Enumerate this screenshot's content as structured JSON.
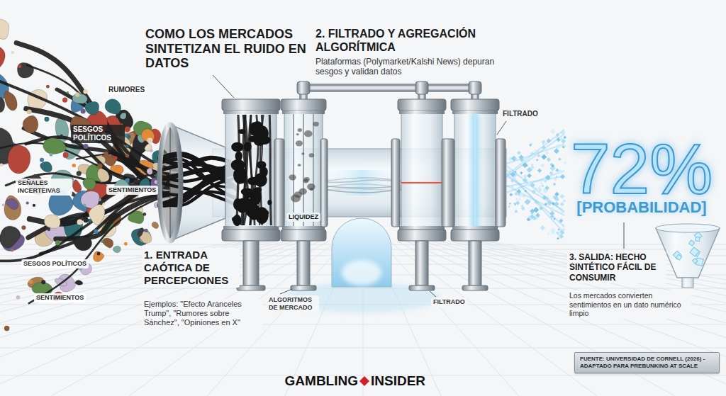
{
  "diagram": {
    "title": "COMO LOS MERCADOS SINTETIZAN EL RUIDO EN DATOS",
    "nodes": [
      {
        "text": [
          "FUENTE: UNIVERSIDAD DE CORNELL (2026) - ADAPTADO PARA PREBUNKING AT SCALE"
        ]
      }
    ],
    "labels": [
      "RUMORES",
      "SESGOS POLÍTICOS",
      "SEÑALES INCERTEIVAS",
      "SENTIMIENTOS",
      "SESGOS POLÍTICOS",
      "SENTIMIENTOS",
      "2. FILTRADO Y AGREGACIÓN ALGORÍTMICA",
      "Plataformas (Polymarket/Kalshi News) depuran sesgos y validan datos",
      "FILTRADO",
      "LIQUIDEZ",
      "ALGORITMOS DE MERCADO",
      "FILTRADO",
      "1. ENTRADA CAÓTICA DE PERCEPCIONES",
      "Ejemplos: \"Efecto Aranceles Trump\", \"Rumores sobre Sánchez\", \"Opiniones en X\"",
      "72%",
      "[PROBABILIDAD]",
      "3. SALIDA: HECHO SINTÉTICO FÁCIL DE CONSUMIR",
      "Los mercados convierten sentimientos en un dato numérico limpio",
      "GAMBLING",
      "INSIDER"
    ]
  }
}
